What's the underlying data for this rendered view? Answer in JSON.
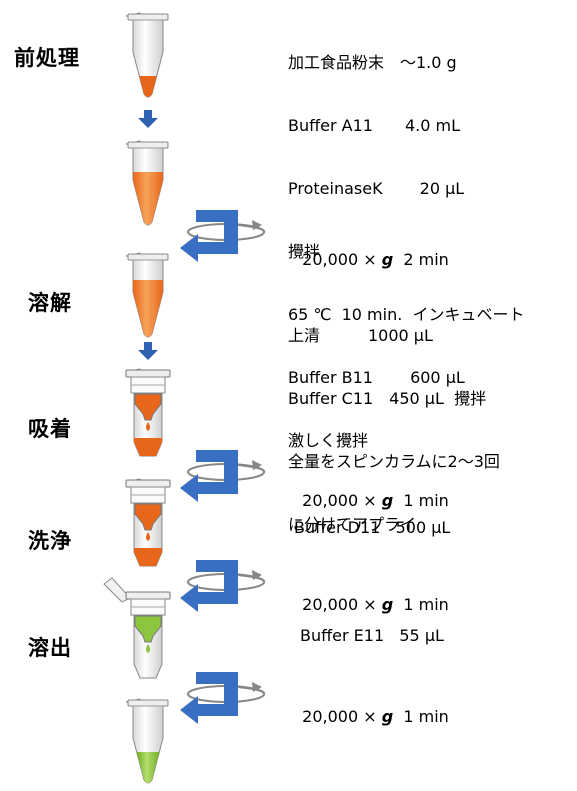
{
  "stages": [
    "前処理",
    "溶解",
    "吸着",
    "洗浄",
    "溶出"
  ],
  "instructions": {
    "pretreatment": [
      "加工食品粉末　～1.0 g",
      "Buffer A11　　4.0 mL",
      "ProteinaseK　　 20 µL",
      "攪拌",
      "65 ℃  10 min.  インキュベート",
      "Buffer B11　　 600 µL",
      "激しく攪拌"
    ],
    "lysis": [
      "上清　　　1000 µL",
      "Buffer C11　450 µL  攪拌",
      "全量をスピンカラムに2～3回",
      "に分けてアプライ"
    ],
    "wash": "Buffer D11   500 µL",
    "elute": "Buffer E11   55 µL"
  },
  "centrifuge": [
    {
      "speed": "20,000 ×",
      "g": "g",
      "time": "2 min"
    },
    {
      "speed": "20,000 ×",
      "g": "g",
      "time": "1 min"
    },
    {
      "speed": "20,000 ×",
      "g": "g",
      "time": "1 min"
    },
    {
      "speed": "20,000 ×",
      "g": "g",
      "time": "1 min"
    }
  ],
  "colors": {
    "orange_light": "#f7a35a",
    "orange_dark": "#e8661a",
    "green": "#8cc63f",
    "arrow_blue": "#2f62b3",
    "spin_blue": "#3a6ec2"
  }
}
